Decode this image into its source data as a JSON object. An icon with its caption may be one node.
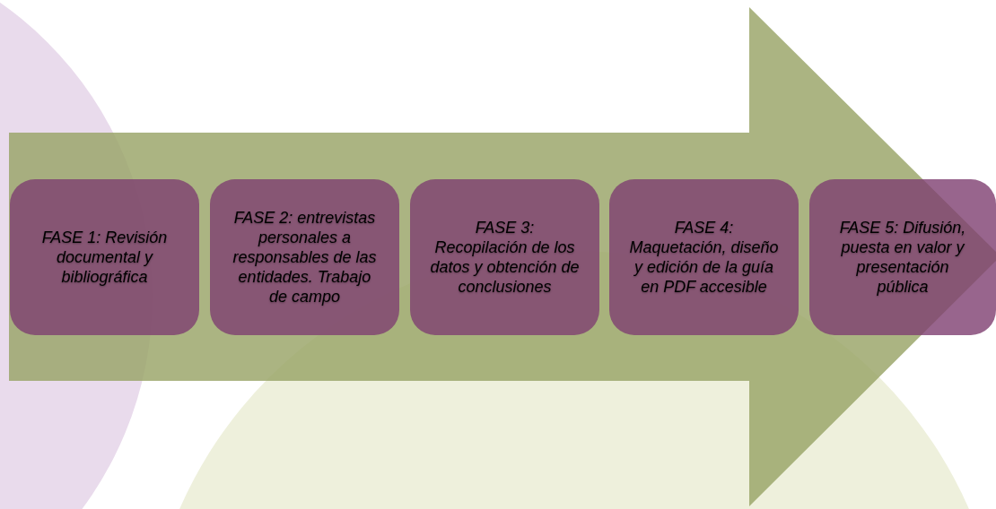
{
  "diagram": {
    "nodes": [
      {
        "text": [
          "FASE 1: Revisión documental y bibliográfica"
        ]
      },
      {
        "text": [
          "FASE 2: entrevistas personales a responsables de las entidades. Trabajo de campo"
        ]
      },
      {
        "text": [
          "FASE 3: Recopilación de los datos y obtención de conclusiones"
        ]
      },
      {
        "text": [
          "FASE 4: Maquetación, diseño y edición de la guía en PDF accesible"
        ]
      },
      {
        "text": [
          "FASE 5: Difusión, puesta en valor y presentación pública"
        ]
      }
    ],
    "edges": [
      {
        "from": 0,
        "to": 4,
        "arrow": "to"
      }
    ]
  }
}
